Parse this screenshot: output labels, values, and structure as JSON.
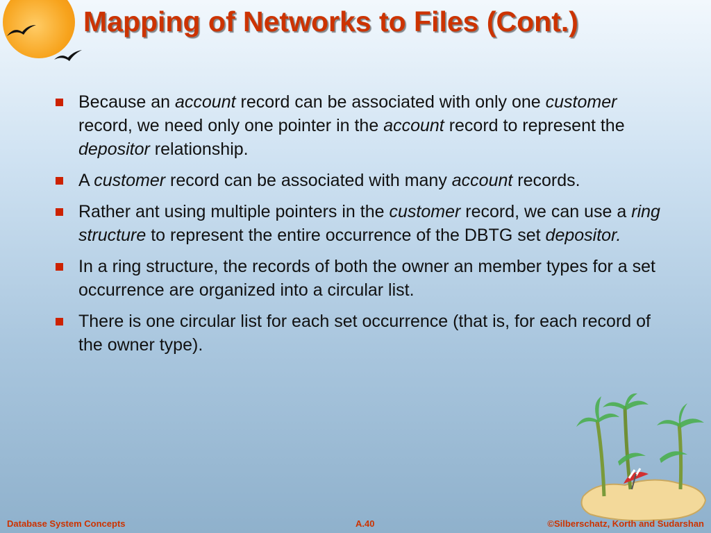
{
  "title": "Mapping of Networks to Files (Cont.)",
  "bullets": [
    [
      {
        "t": "Because an "
      },
      {
        "t": "account",
        "i": true
      },
      {
        "t": " record can be associated with only one "
      },
      {
        "t": "customer",
        "i": true
      },
      {
        "t": " record, we need only one pointer in the "
      },
      {
        "t": "account",
        "i": true
      },
      {
        "t": "  record to represent the "
      },
      {
        "t": "depositor",
        "i": true
      },
      {
        "t": " relationship."
      }
    ],
    [
      {
        "t": "A "
      },
      {
        "t": "customer",
        "i": true
      },
      {
        "t": " record can be associated with many "
      },
      {
        "t": "account",
        "i": true
      },
      {
        "t": " records."
      }
    ],
    [
      {
        "t": "Rather ant using multiple pointers in the "
      },
      {
        "t": "customer",
        "i": true
      },
      {
        "t": " record, we can use a "
      },
      {
        "t": "ring structure",
        "i": true
      },
      {
        "t": " to represent the entire occurrence of the DBTG set "
      },
      {
        "t": "depositor.",
        "i": true
      }
    ],
    [
      {
        "t": "In a ring structure, the records of both the owner an member types for a set occurrence are organized into a circular list."
      }
    ],
    [
      {
        "t": "There is one circular list for each set occurrence (that is, for each record of the owner type)."
      }
    ]
  ],
  "footer": {
    "left": "Database System Concepts",
    "center": "A.40",
    "right": "©Silberschatz, Korth and Sudarshan"
  },
  "colors": {
    "title": "#cc3300",
    "bullet_marker": "#cc2200",
    "footer": "#cc3300",
    "sun": "#f7a31c"
  },
  "icons": [
    "sun-icon",
    "bird-icon",
    "palm-island-icon"
  ]
}
